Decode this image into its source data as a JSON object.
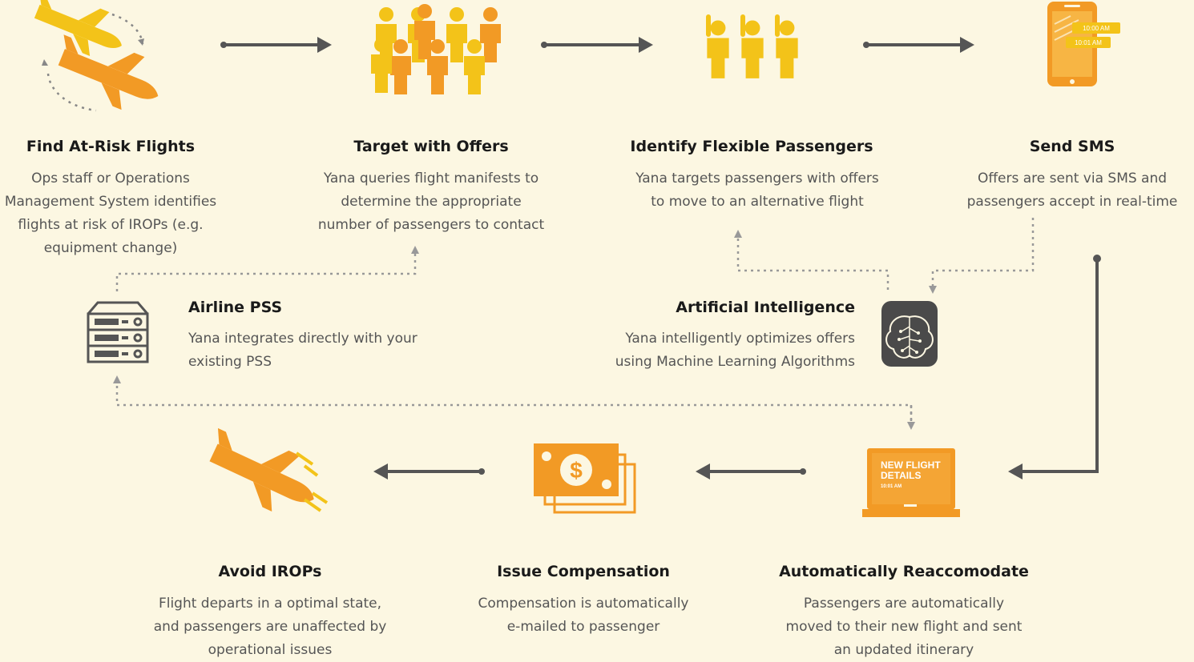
{
  "colors": {
    "background": "#fcf7e2",
    "orange": "#f29a25",
    "yellow": "#f3c319",
    "arrow": "#555555",
    "ai_icon_bg": "#4a4a4a"
  },
  "steps": {
    "find": {
      "title": "Find At-Risk Flights",
      "lines": [
        "Ops staff or Operations",
        "Management System identifies",
        "flights at risk of IROPs (e.g.",
        "equipment change)"
      ],
      "icon": "airplanes-icon"
    },
    "target": {
      "title": "Target with Offers",
      "lines": [
        "Yana queries flight manifests to",
        "determine the appropriate",
        "number of passengers to contact"
      ],
      "icon": "crowd-icon"
    },
    "identify": {
      "title": "Identify Flexible Passengers",
      "lines": [
        "Yana targets passengers with offers",
        "to move to an alternative flight"
      ],
      "icon": "passengers-icon"
    },
    "sms": {
      "title": "Send SMS",
      "lines": [
        "Offers are sent via SMS and",
        "passengers accept in real-time"
      ],
      "icon": "phone-icon",
      "times": [
        "10:00 AM",
        "10:01 AM"
      ]
    },
    "pss": {
      "title": "Airline PSS",
      "lines": [
        "Yana integrates directly with your",
        "existing PSS"
      ],
      "icon": "server-icon"
    },
    "ai": {
      "title": "Artificial Intelligence",
      "lines": [
        "Yana intelligently optimizes offers",
        "using Machine Learning Algorithms"
      ],
      "icon": "brain-icon"
    },
    "reaccom": {
      "title": "Automatically Reaccomodate",
      "lines": [
        "Passengers are automatically",
        "moved to their new flight and sent",
        "an updated itinerary"
      ],
      "icon": "laptop-icon",
      "screen_lines": [
        "NEW FLIGHT",
        "DETAILS"
      ],
      "screen_time": "10:01 AM"
    },
    "comp": {
      "title": "Issue Compensation",
      "lines": [
        "Compensation is automatically",
        "e-mailed to passenger"
      ],
      "icon": "cash-icon",
      "symbol": "$"
    },
    "avoid": {
      "title": "Avoid IROPs",
      "lines": [
        "Flight departs in a optimal state,",
        "and passengers are unaffected by",
        "operational issues"
      ],
      "icon": "departing-plane-icon"
    }
  }
}
